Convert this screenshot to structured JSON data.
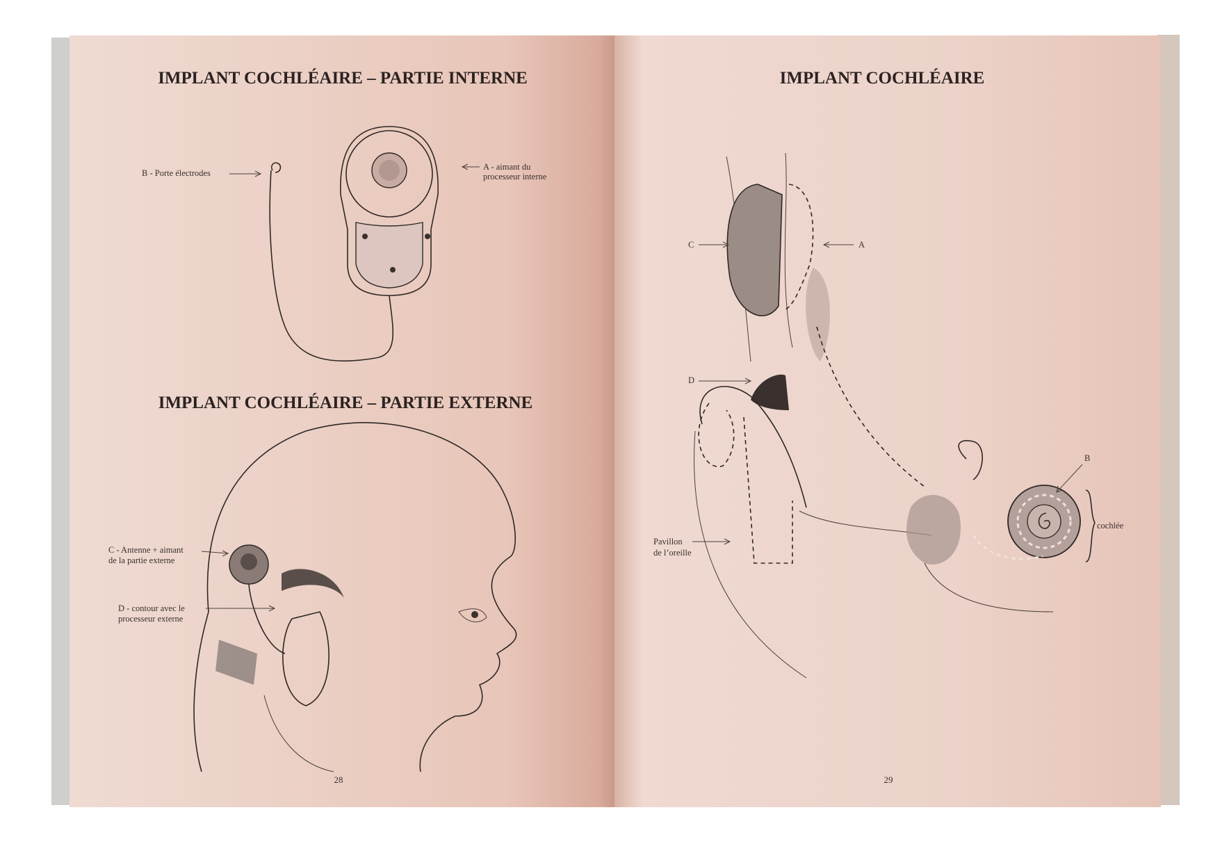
{
  "left_page": {
    "title_top": "IMPLANT COCHLÉAIRE – PARTIE INTERNE",
    "label_b": "B - Porte électrodes",
    "label_a_line1": "A - aimant du",
    "label_a_line2": "processeur interne",
    "title_bottom": "IMPLANT COCHLÉAIRE – PARTIE EXTERNE",
    "label_c_line1": "C - Antenne + aimant",
    "label_c_line2": "de la partie externe",
    "label_d_line1": "D - contour avec le",
    "label_d_line2": "processeur externe",
    "page_number": "28"
  },
  "right_page": {
    "title": "IMPLANT COCHLÉAIRE",
    "label_c": "C",
    "label_a": "A",
    "label_d": "D",
    "label_pavillon_line1": "Pavillon",
    "label_pavillon_line2": "de l’oreille",
    "label_b": "B",
    "label_cochlea": "cochlée",
    "page_number": "29"
  },
  "colors": {
    "paper": "#ecd2c8",
    "paper_shadow": "#e0b9ab",
    "ink": "#2f2826"
  }
}
